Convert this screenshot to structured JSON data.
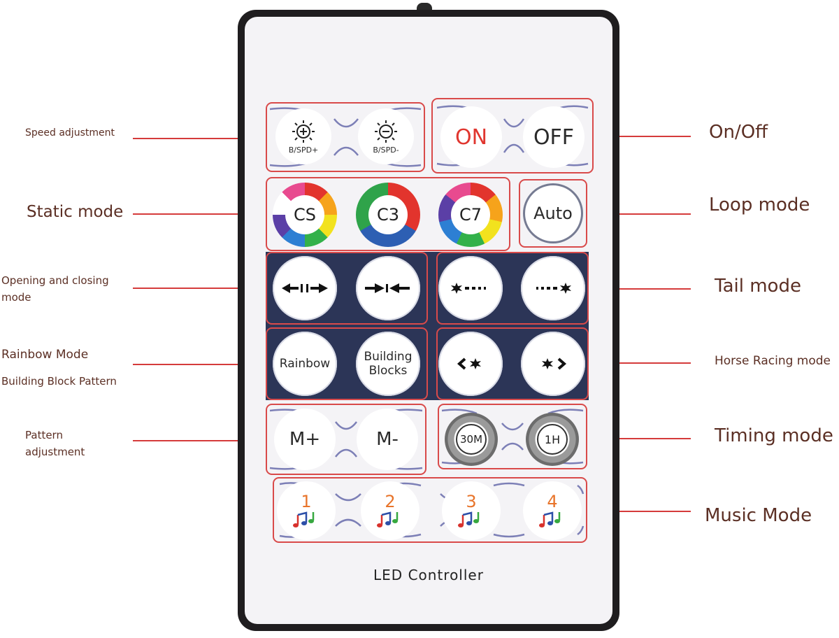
{
  "labels": {
    "left": {
      "speed": "Speed adjustment",
      "static": "Static mode",
      "opening_line1": "Opening and closing",
      "opening_line2": "mode",
      "rainbow": "Rainbow Mode",
      "building": "Building Block Pattern",
      "pattern_line1": "Pattern",
      "pattern_line2": "adjustment"
    },
    "right": {
      "onoff": "On/Off",
      "loop": "Loop mode",
      "tail": "Tail mode",
      "horse": "Horse Racing mode",
      "timing": "Timing mode",
      "music": "Music Mode"
    }
  },
  "remote": {
    "speed": {
      "up_label": "B/SPD+",
      "down_label": "B/SPD-"
    },
    "power": {
      "on": "ON",
      "off": "OFF"
    },
    "static": {
      "cs": "CS",
      "c3": "C3",
      "c7": "C7"
    },
    "loop": {
      "auto": "Auto"
    },
    "rainbow": {
      "rainbow": "Rainbow",
      "building_line1": "Building",
      "building_line2": "Blocks"
    },
    "pattern": {
      "plus": "M+",
      "minus": "M-"
    },
    "timing": {
      "t30": "30M",
      "t1h": "1H"
    },
    "music": {
      "b1": "1",
      "b2": "2",
      "b3": "3",
      "b4": "4"
    },
    "device_label": "LED Controller"
  },
  "colors": {
    "leader_line": "#d53b3b",
    "group_border": "#d94a4a",
    "panel": "#2c3557",
    "on_text": "#e0362f",
    "music_number": "#e8742a",
    "label_text": "#5b2f24"
  },
  "icons": {
    "speed_up": "sun-plus-icon",
    "speed_down": "sun-minus-icon",
    "open": "arrows-outward-icon",
    "close": "arrows-inward-icon",
    "tail_right": "star-tail-right-icon",
    "tail_left": "star-tail-left-icon",
    "horse_left": "chevron-left-star-icon",
    "horse_right": "star-chevron-right-icon",
    "music_note": "music-note-icon"
  }
}
